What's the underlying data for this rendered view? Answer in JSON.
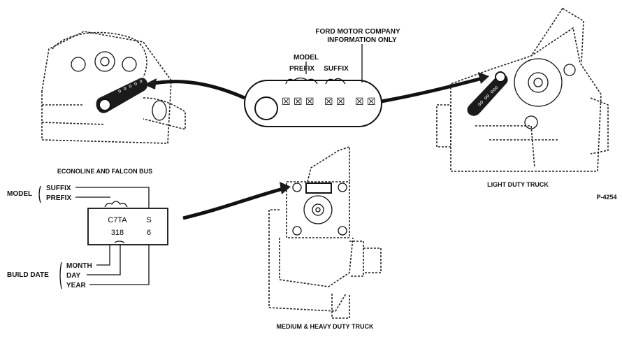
{
  "figure_id": "P-4254",
  "header": {
    "company_line1": "FORD MOTOR COMPANY",
    "company_line2": "INFORMATION ONLY"
  },
  "tag": {
    "model_label": "MODEL",
    "prefix_label": "PREFIX",
    "suffix_label": "SUFFIX",
    "box_glyph": "☒"
  },
  "units": {
    "econoline_title": "ECONOLINE AND FALCON BUS",
    "light_truck_title": "LIGHT DUTY TRUCK",
    "heavy_truck_title": "MEDIUM & HEAVY DUTY TRUCK"
  },
  "code_tag": {
    "model_label": "MODEL",
    "suffix_label": "SUFFIX",
    "prefix_label": "PREFIX",
    "model_prefix_value": "C7TA",
    "model_suffix_value": "S",
    "build_date_value": "318",
    "year_value": "6",
    "build_date_label": "BUILD DATE",
    "month_label": "MONTH",
    "day_label": "DAY",
    "year_label": "YEAR"
  }
}
